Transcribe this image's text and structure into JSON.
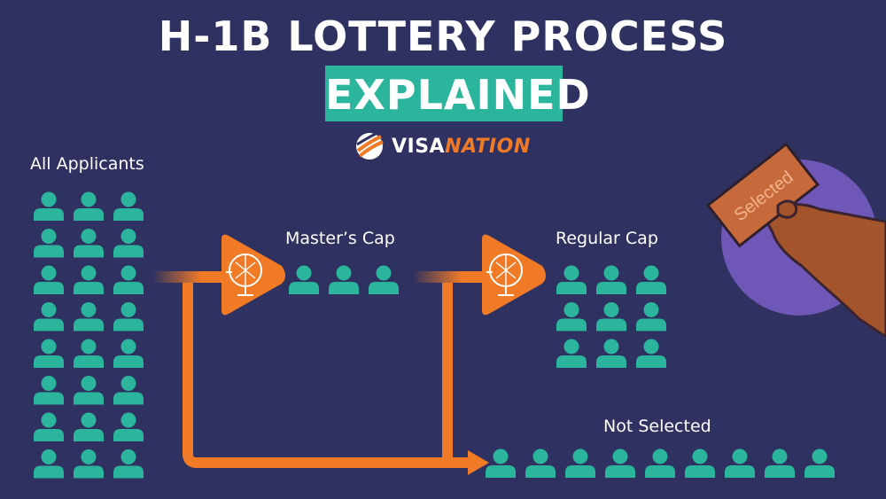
{
  "header": {
    "title": "H-1B LOTTERY PROCESS",
    "subtitle": "EXPLAINED"
  },
  "brand": {
    "logo_prefix": "VISA",
    "logo_suffix": "NATION"
  },
  "labels": {
    "all_applicants": "All Applicants",
    "masters_cap": "Master’s Cap",
    "regular_cap": "Regular Cap",
    "not_selected": "Not Selected"
  },
  "ticket": {
    "text": "Selected"
  },
  "counts": {
    "all_applicants_people": 24,
    "masters_cap_people": 3,
    "regular_cap_people": 9,
    "not_selected_people": 9
  },
  "colors": {
    "background": "#2f3160",
    "person": "#2bb59d",
    "arrow": "#f07a26",
    "circle": "#6f57b8",
    "ticket": "#c76a3b",
    "hand": "#a4542b"
  }
}
